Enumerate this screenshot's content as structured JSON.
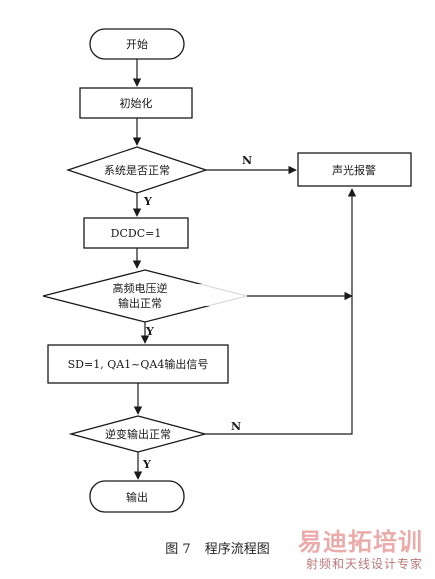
{
  "nodes": {
    "start": "开始",
    "init": "初始化",
    "check_system": "系统是否正常",
    "alarm": "声光报警",
    "dcdc": "DCDC=1",
    "check_hf_line1": "高频电压逆",
    "check_hf_line2": "输出正常",
    "sd_qa": "SD=1, QA1~QA4输出信号",
    "check_inverter": "逆变输出正常",
    "output": "输出"
  },
  "edges": {
    "system_no": "N",
    "system_yes": "Y",
    "hf_yes": "Y",
    "inverter_no": "N",
    "inverter_yes": "Y"
  },
  "caption": {
    "number": "图 7",
    "title": "程序流程图"
  },
  "watermark": {
    "top": "易迪拓培训",
    "bottom": "射频和天线设计专家"
  }
}
